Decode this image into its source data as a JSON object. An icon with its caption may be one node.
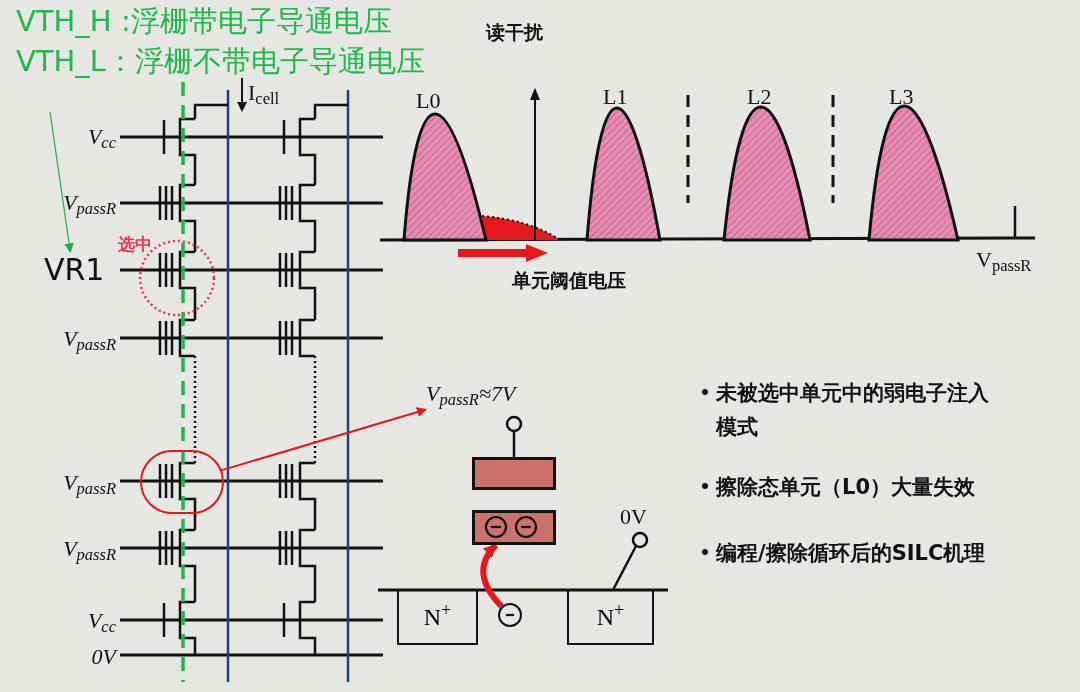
{
  "diagram": {
    "nodes": [
      {
        "text": [
          "VR1"
        ]
      },
      {
        "text": [
          "选中"
        ]
      },
      {
        "text": [],
        "shape": "circle"
      },
      {
        "text": [
          "V$_{passR}$≈7V"
        ]
      },
      {
        "text": [],
        "shape": "box"
      },
      {
        "text": [],
        "shape": "box"
      },
      {
        "text": [
          "N$^{+}$"
        ]
      },
      {
        "text": [],
        "shape": "circle"
      },
      {
        "text": [
          "N$^{+}$"
        ]
      }
    ],
    "edges": [
      {
        "from": null,
        "to": 0,
        "arrow": "to",
        "color": "#1fae4a"
      },
      {
        "from": 2,
        "to": 3,
        "arrow": "to"
      },
      {
        "from": 7,
        "to": 5,
        "arrow": "to",
        "style": "thick"
      }
    ],
    "labels": [
      "VTH_H :浮栅带电子导通电压",
      "VTH_L：浮栅不带电子导通电压",
      "读干扰",
      "I$_{cell}$",
      "L0",
      "L1",
      "L2",
      "L3",
      "V$_{cc}$",
      "V$_{passR}$",
      "单元阈值电压",
      "V$_{passR}$",
      "V$_{passR}$",
      "未被选中单元中的弱电子注入模式",
      "V$_{passR}$",
      "擦除态单元（L0）大量失效",
      "0V",
      "V$_{passR}$",
      "编程/擦除循环后的SILC机理",
      "V$_{cc}$",
      "0V"
    ]
  }
}
